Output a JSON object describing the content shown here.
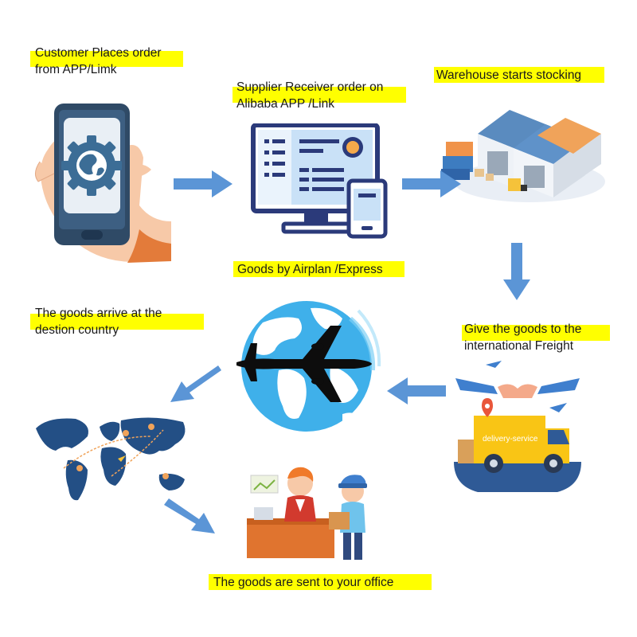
{
  "colors": {
    "highlight": "#ffff00",
    "arrow": "#5b95d6",
    "text": "#1a1a1a"
  },
  "steps": [
    {
      "id": "customer-order",
      "lines": [
        "Customer Places order",
        "from APP/Limk"
      ],
      "icon": "hand-phone-icon"
    },
    {
      "id": "supplier-receives",
      "lines": [
        "Supplier Receiver order on",
        "Alibaba APP /Link"
      ],
      "icon": "computer-monitor-icon"
    },
    {
      "id": "warehouse-stocking",
      "lines": [
        "Warehouse starts stocking"
      ],
      "icon": "warehouse-icon"
    },
    {
      "id": "international-freight",
      "lines": [
        "Give the goods to the",
        "international Freight"
      ],
      "icon": "delivery-truck-icon"
    },
    {
      "id": "airplane-express",
      "lines": [
        "Goods by Airplan /Express"
      ],
      "icon": "airplane-globe-icon"
    },
    {
      "id": "arrive-destination",
      "lines": [
        "The goods arrive at the",
        "destion country"
      ],
      "icon": "world-map-icon"
    },
    {
      "id": "sent-to-office",
      "lines": [
        "The goods are sent to your office"
      ],
      "icon": "office-delivery-icon"
    }
  ],
  "icons": {
    "delivery_truck_text": "delivery-service"
  }
}
